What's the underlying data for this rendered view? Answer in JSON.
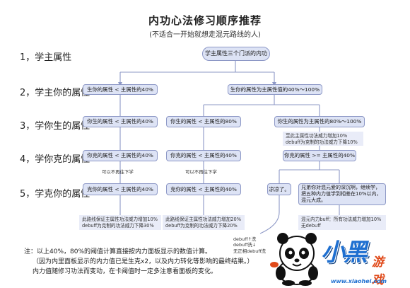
{
  "title": "内功心法修习顺序推荐",
  "subtitle": "(不适合一开始就想走混元路线的人)",
  "levels": [
    "1，学主属性",
    "2，学主你的属性",
    "3，学你生的属性",
    "4，学你克的属性",
    "5，学克你的属性"
  ],
  "nodes": {
    "root": "学主属性三个门派的内功",
    "l2_left": "生你的属性 < 主属性的40%",
    "l2_right": "生你的属性为主属性值的40%～100%",
    "l3_a": "你生的属性 < 主属性的40%",
    "l3_b": "你生的属性 < 主属性的80%",
    "l3_c": "你生的属性为主属性的80%～100%",
    "l3_c_note": "至此主属性功法威力增加10%\ndebuff为克制的功法威力下降10%",
    "l4_a": "你克的属性 < 主属性的40%",
    "l4_b": "你克的属性 < 主属性的40%",
    "l4_c": "你克的属性 >= 主属性的40%",
    "l4_a_skip": "可以不再往下学",
    "l4_b_skip": "可以不再往下学",
    "l5_a": "克你的属性 < 主属性的40%",
    "l5_b": "克你的属性 < 主属性的40%",
    "l5_c": "凉凉了。",
    "l5_d": "兄弟你对混元爱的深沉啊，继续学，把五种内力值学到相差在10%以内，混元大成。",
    "l5_a_note": "此路线保证主属性功法威力增加10%\ndebuff为克制的功法威力下降30%",
    "l5_b_note": "此路线保证主属性功法威力增加20%\ndebuff为克制的功法威力下降20%",
    "l5_d_note": "混元内力buff：所有功法威力增加10%\n无debuff",
    "debuff_note": "debuff↑洗\ndebuff洗↓\n无正相debuff洗"
  },
  "footer": [
    "注：以上40%，80%的阈值计算直接按内力面板显示的数值计算。",
    "（因为内里面板显示的内力值已是生克x2，以及内力转化等影响的最终结果。）",
    "内力值随修习功法而变动，在卡阈值时一定多注意看面板的变化。"
  ],
  "watermark": {
    "brand_main": "小黑",
    "brand_sub": "游戏",
    "url": "www.xiaohei.com",
    "panda_icon": "panda-mascot-icon"
  },
  "colors": {
    "node_fill": "#dde3f5",
    "node_border": "#8d98c6",
    "connector": "#8d98c6",
    "brand_blue": "#1e6fd0",
    "brand_orange": "#e04a1a"
  }
}
